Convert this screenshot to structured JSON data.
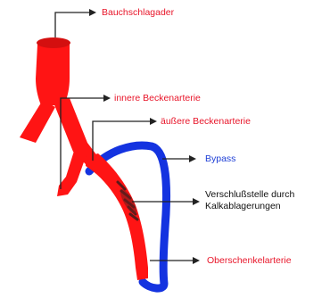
{
  "labels": {
    "bauchschlagader": "Bauchschlagader",
    "innere_beckenarterie": "innere Beckenarterie",
    "aeussere_beckenarterie": "äußere Beckenarterie",
    "bypass": "Bypass",
    "verschluss_line1": "Verschlußstelle durch",
    "verschluss_line2": "Kalkablagerungen",
    "oberschenkelarterie": "Oberschenkelarterie"
  },
  "colors": {
    "artery": "#ff1414",
    "bypass": "#1433e0",
    "blockage": "#5a1a1a",
    "red_text": "#e8162a",
    "blue_text": "#1e3fd6",
    "pointer": "#222222"
  }
}
